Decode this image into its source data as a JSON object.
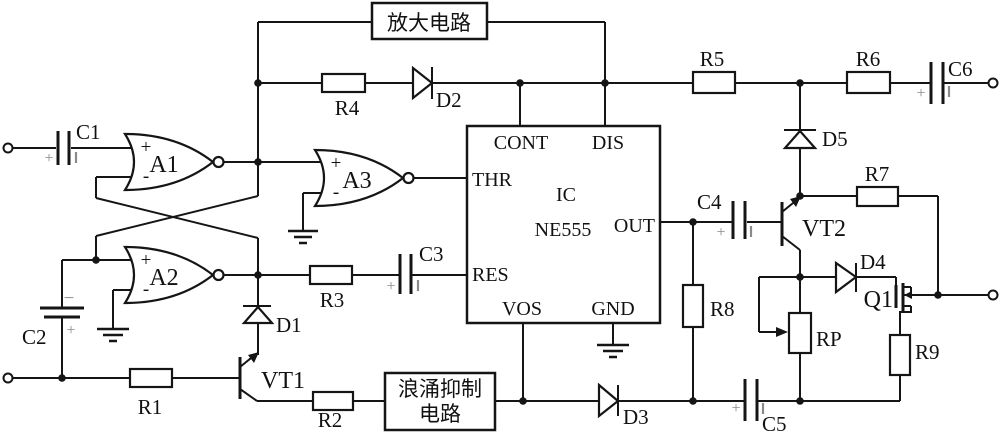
{
  "blocks": {
    "amplifier": "放大电路",
    "surge_line1": "浪涌抑制",
    "surge_line2": "电路"
  },
  "ic": {
    "designator": "IC",
    "part": "NE555",
    "pin_cont": "CONT",
    "pin_dis": "DIS",
    "pin_thr": "THR",
    "pin_res": "RES",
    "pin_out": "OUT",
    "pin_vos": "VOS",
    "pin_gnd": "GND"
  },
  "amps": {
    "a1": "A1",
    "a2": "A2",
    "a3": "A3",
    "plus": "+",
    "minus": "-"
  },
  "resistors": {
    "r1": "R1",
    "r2": "R2",
    "r3": "R3",
    "r4": "R4",
    "r5": "R5",
    "r6": "R6",
    "r7": "R7",
    "r8": "R8",
    "r9": "R9",
    "rp": "RP"
  },
  "capacitors": {
    "c1": "C1",
    "c2": "C2",
    "c3": "C3",
    "c4": "C4",
    "c5": "C5",
    "c6": "C6"
  },
  "diodes": {
    "d1": "D1",
    "d2": "D2",
    "d3": "D3",
    "d4": "D4",
    "d5": "D5"
  },
  "transistors": {
    "vt1": "VT1",
    "vt2": "VT2",
    "q1": "Q1"
  },
  "polarity": {
    "plus": "+",
    "minus": "−"
  }
}
